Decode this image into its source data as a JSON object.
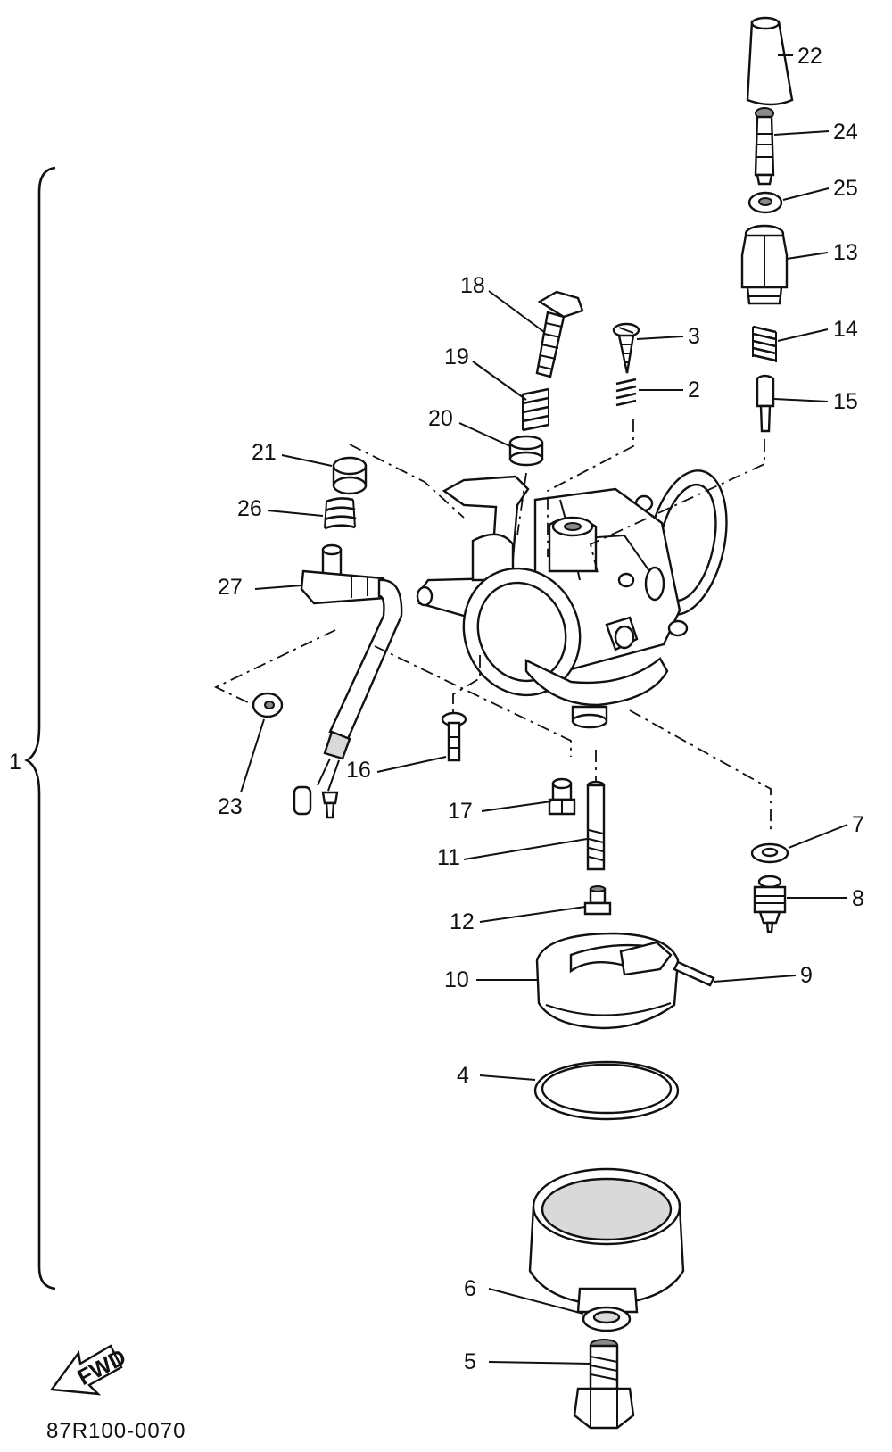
{
  "document_code": "87R100-0070",
  "assembly_label": "1",
  "fwd_label": "FWD",
  "callouts": [
    "2",
    "3",
    "4",
    "5",
    "6",
    "7",
    "8",
    "9",
    "10",
    "11",
    "12",
    "13",
    "14",
    "15",
    "16",
    "17",
    "18",
    "19",
    "20",
    "21",
    "22",
    "23",
    "24",
    "25",
    "26",
    "27"
  ]
}
